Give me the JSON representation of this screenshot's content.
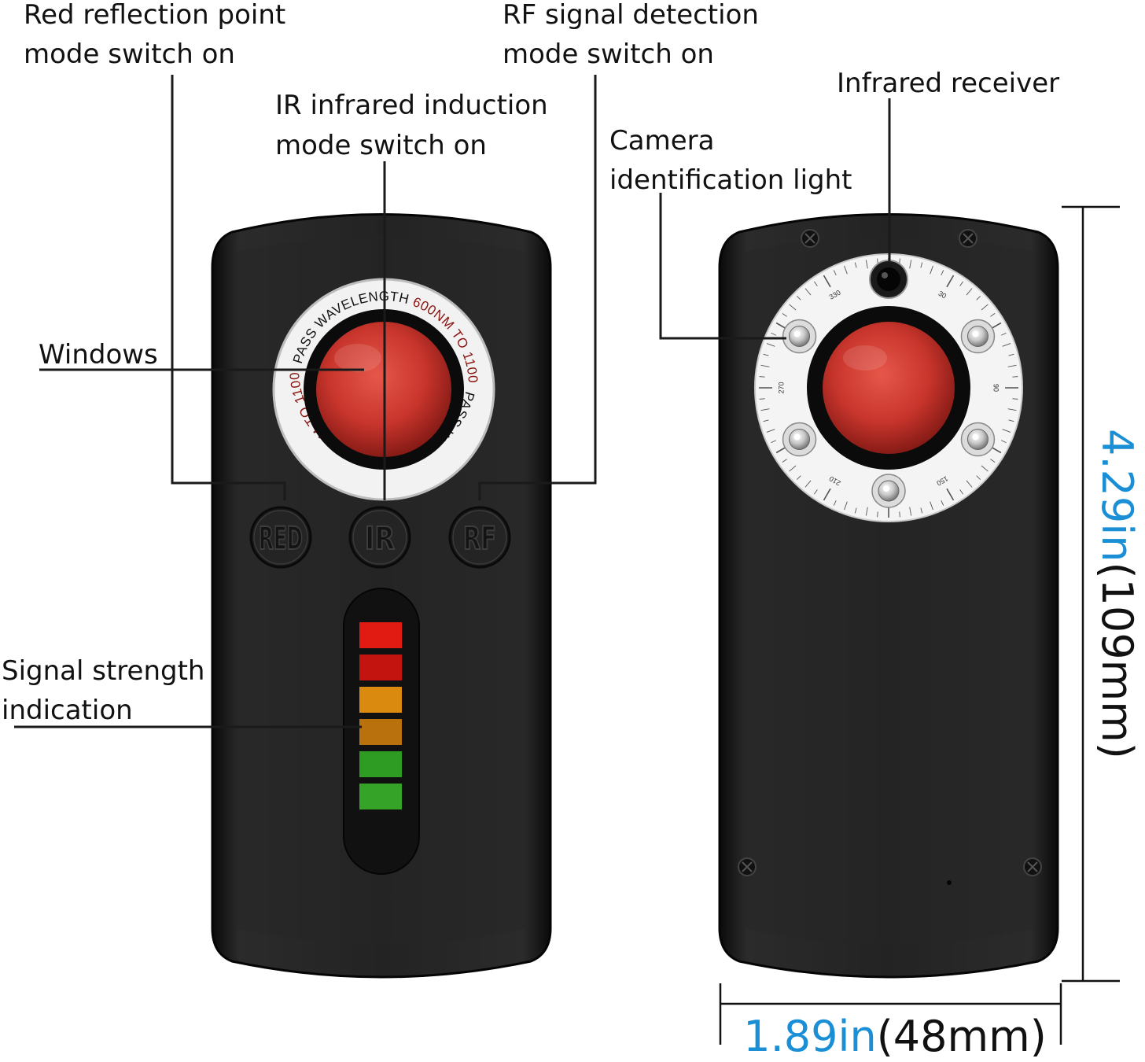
{
  "labels": {
    "red_mode": [
      "Red reflection point",
      "mode switch on"
    ],
    "rf_mode": [
      "RF signal detection",
      "mode switch on"
    ],
    "ir_mode": [
      "IR infrared induction",
      "mode switch on"
    ],
    "infrared_receiver": "Infrared receiver",
    "camera_light": [
      "Camera",
      "identification light"
    ],
    "windows": "Windows",
    "signal_strength": [
      "Signal strength",
      "indication"
    ]
  },
  "lens_ring": {
    "top_text_a": "PASS WAVELENGTH ",
    "top_text_b": "600NM TO 1100NM",
    "bottom_text_a": "PASS WAVELENGTH ",
    "bottom_text_b": "600NM TO 1100NM"
  },
  "buttons": [
    "RED",
    "IR",
    "RF"
  ],
  "signal_bars": [
    "#e11a12",
    "#c41410",
    "#d98a0f",
    "#b8710c",
    "#2e9c22",
    "#35a327"
  ],
  "dial_ticks": [
    "330",
    "30",
    "90",
    "150",
    "210",
    "270"
  ],
  "dimensions": {
    "height_in": "4.29in",
    "height_mm": "(109mm)",
    "width_in": "1.89in",
    "width_mm": "(48mm)"
  },
  "colors": {
    "accent_blue": "#1b8fd6",
    "device_body": "#1c1c1c",
    "lens_red": "#c8352c"
  }
}
